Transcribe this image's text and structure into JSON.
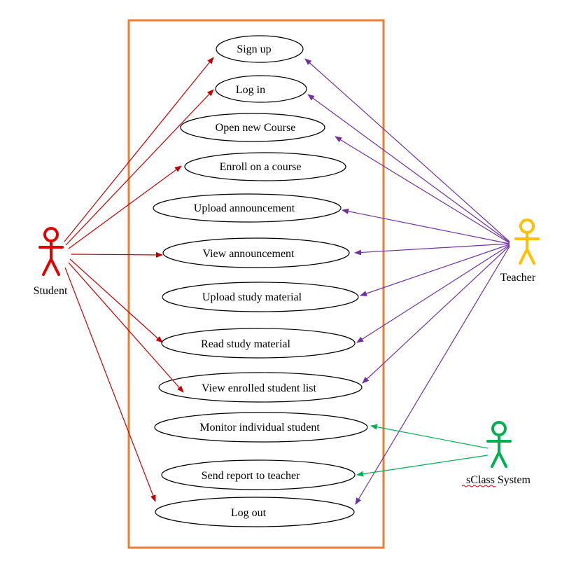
{
  "use_cases": [
    "Sign up",
    "Log in",
    "Open new Course",
    "Enroll on a course",
    "Upload announcement",
    "View announcement",
    "Upload study material",
    "Read study material",
    "View enrolled student list",
    "Monitor individual student",
    "Send report to teacher",
    "Log out"
  ],
  "actors": {
    "student": {
      "label": "Student",
      "color": "#e00000"
    },
    "teacher": {
      "label": "Teacher",
      "color": "#ffc000"
    },
    "system": {
      "label": "sClass System",
      "color": "#00a040"
    }
  },
  "associations": {
    "student": [
      "Sign up",
      "Log in",
      "Enroll on a course",
      "View announcement",
      "Read study material",
      "View enrolled student list",
      "Log out"
    ],
    "teacher": [
      "Sign up",
      "Log in",
      "Open new Course",
      "Upload announcement",
      "View announcement",
      "Upload study material",
      "Read study material",
      "View enrolled student list",
      "Log out"
    ],
    "system": [
      "Monitor individual student",
      "Send report to teacher"
    ]
  },
  "colors": {
    "boundary": "#ed7d31",
    "student_arrow": "#c00000",
    "teacher_arrow": "#7030a0",
    "system_arrow": "#00b050"
  }
}
